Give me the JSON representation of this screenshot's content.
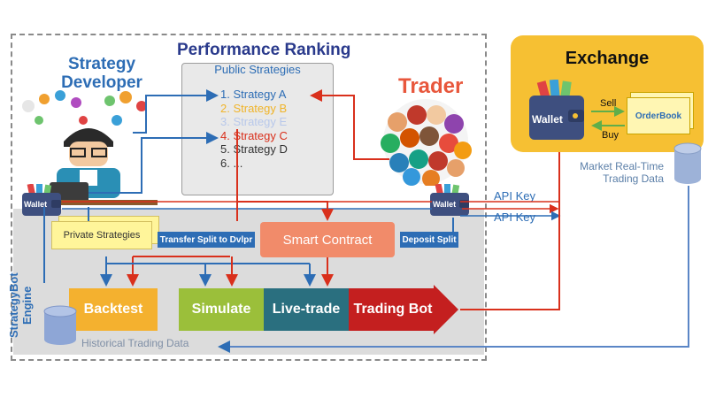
{
  "titles": {
    "performance_ranking": "Performance Ranking",
    "strategy_developer_line1": "Strategy",
    "strategy_developer_line2": "Developer",
    "trader": "Trader",
    "exchange": "Exchange",
    "engine": "StrategyBot Engine"
  },
  "ranking": {
    "header": "Public Strategies",
    "items": [
      {
        "num": "1.",
        "label": "Strategy A",
        "color": "#2d6db5"
      },
      {
        "num": "2.",
        "label": "Strategy B",
        "color": "#f0b429"
      },
      {
        "num": "3.",
        "label": "Strategy E",
        "color": "#b8c8ea"
      },
      {
        "num": "4.",
        "label": "Strategy C",
        "color": "#d9301c"
      },
      {
        "num": "5.",
        "label": "Strategy D",
        "color": "#333333"
      },
      {
        "num": "6.",
        "label": "...",
        "color": "#333333"
      }
    ]
  },
  "exchange": {
    "wallet": "Wallet",
    "sell": "Sell",
    "buy": "Buy",
    "orderbook": "OrderBook",
    "market_data_line1": "Market Real-Time",
    "market_data_line2": "Trading Data"
  },
  "api": {
    "key_top": "API Key",
    "key_bottom": "API Key"
  },
  "engine": {
    "private_strategies": "Private Strategies",
    "transfer_split": "Transfer Split to Dvlpr",
    "smart_contract": "Smart Contract",
    "deposit_split": "Deposit Split",
    "backtest": "Backtest",
    "simulate": "Simulate",
    "live_trade": "Live-trade",
    "trading_bot": "Trading Bot",
    "historical_data": "Historical Trading Data",
    "dev_wallet": "Wallet",
    "trader_wallet": "Wallet"
  },
  "colors": {
    "blue": "#2d6db5",
    "red": "#d9301c",
    "orange": "#f18b6a",
    "yellow_exchange": "#f6c033",
    "backtest": "#f4b12f",
    "simulate": "#9bbf3a",
    "live_trade": "#2a6f7f",
    "trading_bot": "#c41f1f"
  },
  "icons": {
    "developer": "developer-illustration",
    "trader_crowd": "people-crowd-illustration",
    "wallet": "wallet-icon",
    "database": "database-cylinder-icon"
  }
}
